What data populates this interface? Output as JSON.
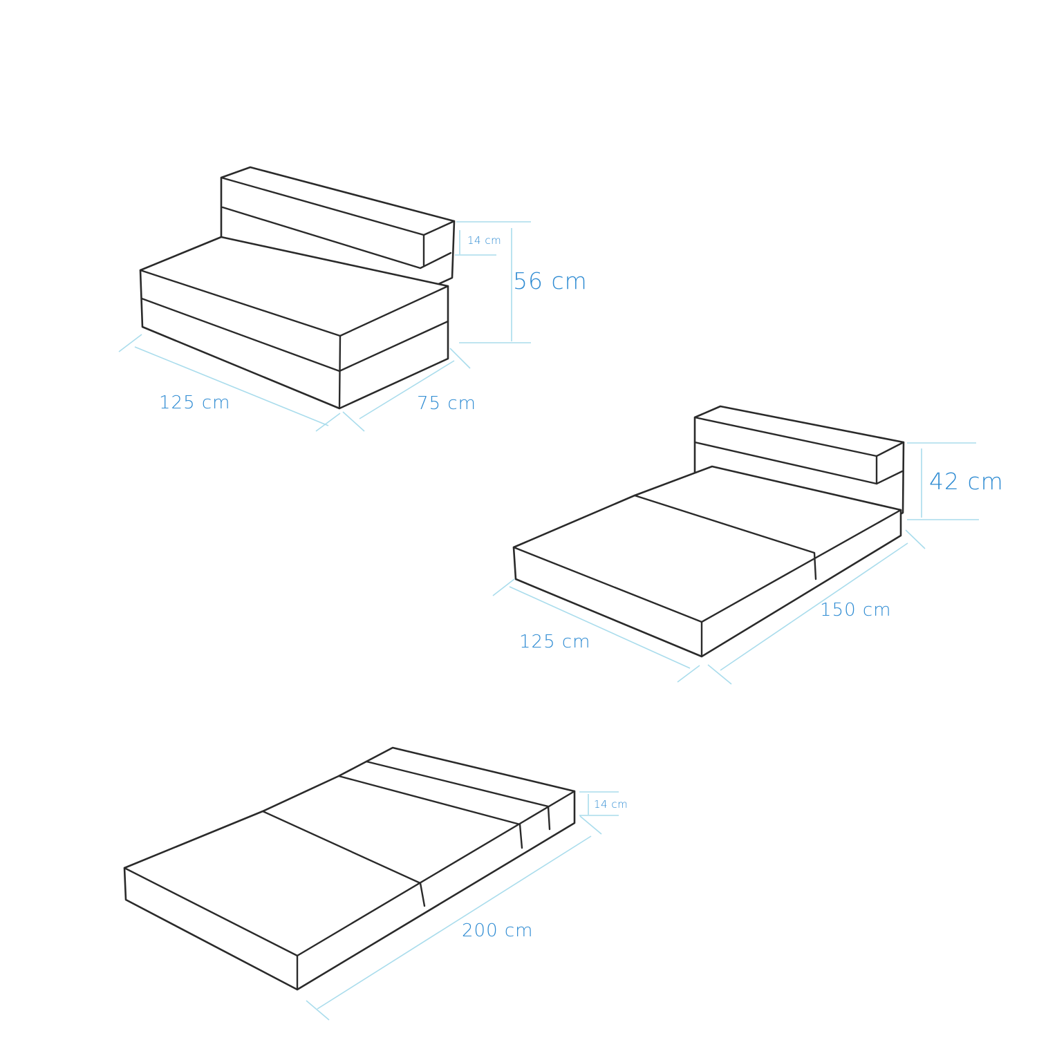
{
  "figure": {
    "colors": {
      "outline": "#2a2a2a",
      "dimension_line": "#a9dcec",
      "label_text": "#2c8ad2",
      "background": "#ffffff"
    },
    "chair": {
      "height_label": "56 cm",
      "cushion_label": "14 cm",
      "width_label": "125 cm",
      "depth_label": "75 cm"
    },
    "lounger": {
      "height_label": "42 cm",
      "width_label": "125 cm",
      "length_label": "150 cm"
    },
    "bed": {
      "thickness_label": "14 cm",
      "length_label": "200 cm"
    }
  }
}
